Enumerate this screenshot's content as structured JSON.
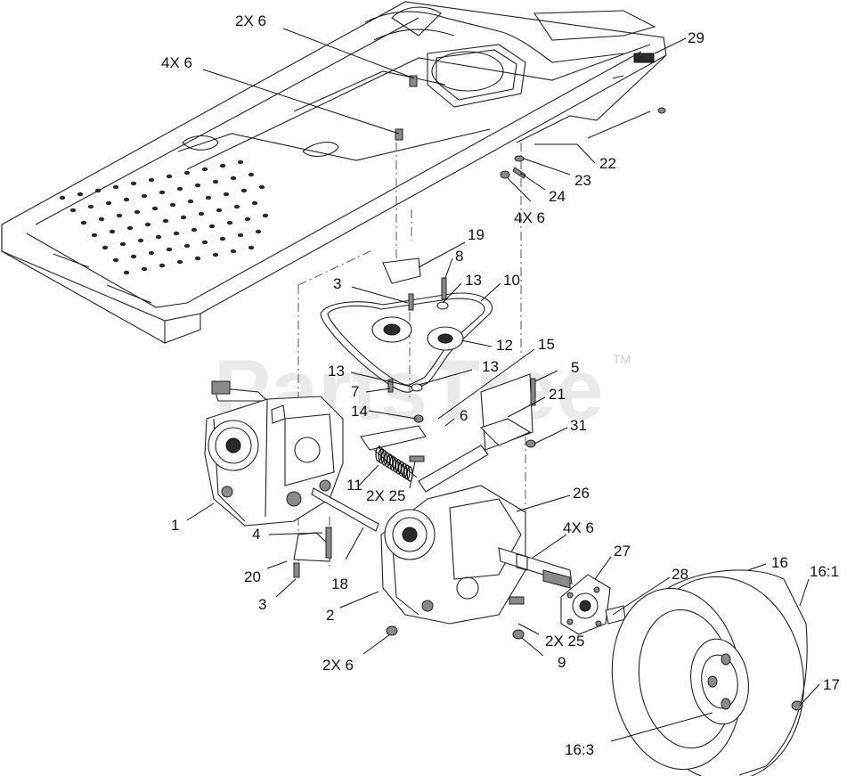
{
  "watermark": {
    "text": "PartsTree",
    "trademark": "TM"
  },
  "callouts": [
    {
      "text": "2X 6"
    },
    {
      "text": "4X 6"
    },
    {
      "text": "29"
    },
    {
      "text": "22"
    },
    {
      "text": "23"
    },
    {
      "text": "24"
    },
    {
      "text": "4X 6"
    },
    {
      "text": "19"
    },
    {
      "text": "8"
    },
    {
      "text": "3"
    },
    {
      "text": "13"
    },
    {
      "text": "10"
    },
    {
      "text": "12"
    },
    {
      "text": "15"
    },
    {
      "text": "13"
    },
    {
      "text": "13"
    },
    {
      "text": "5"
    },
    {
      "text": "7"
    },
    {
      "text": "21"
    },
    {
      "text": "14"
    },
    {
      "text": "6"
    },
    {
      "text": "31"
    },
    {
      "text": "11"
    },
    {
      "text": "2X 25"
    },
    {
      "text": "26"
    },
    {
      "text": "1"
    },
    {
      "text": "4"
    },
    {
      "text": "4X 6"
    },
    {
      "text": "27"
    },
    {
      "text": "16"
    },
    {
      "text": "16:1"
    },
    {
      "text": "28"
    },
    {
      "text": "20"
    },
    {
      "text": "18"
    },
    {
      "text": "3"
    },
    {
      "text": "2"
    },
    {
      "text": "2X 25"
    },
    {
      "text": "9"
    },
    {
      "text": "2X 6"
    },
    {
      "text": "17"
    },
    {
      "text": "16:3"
    }
  ]
}
